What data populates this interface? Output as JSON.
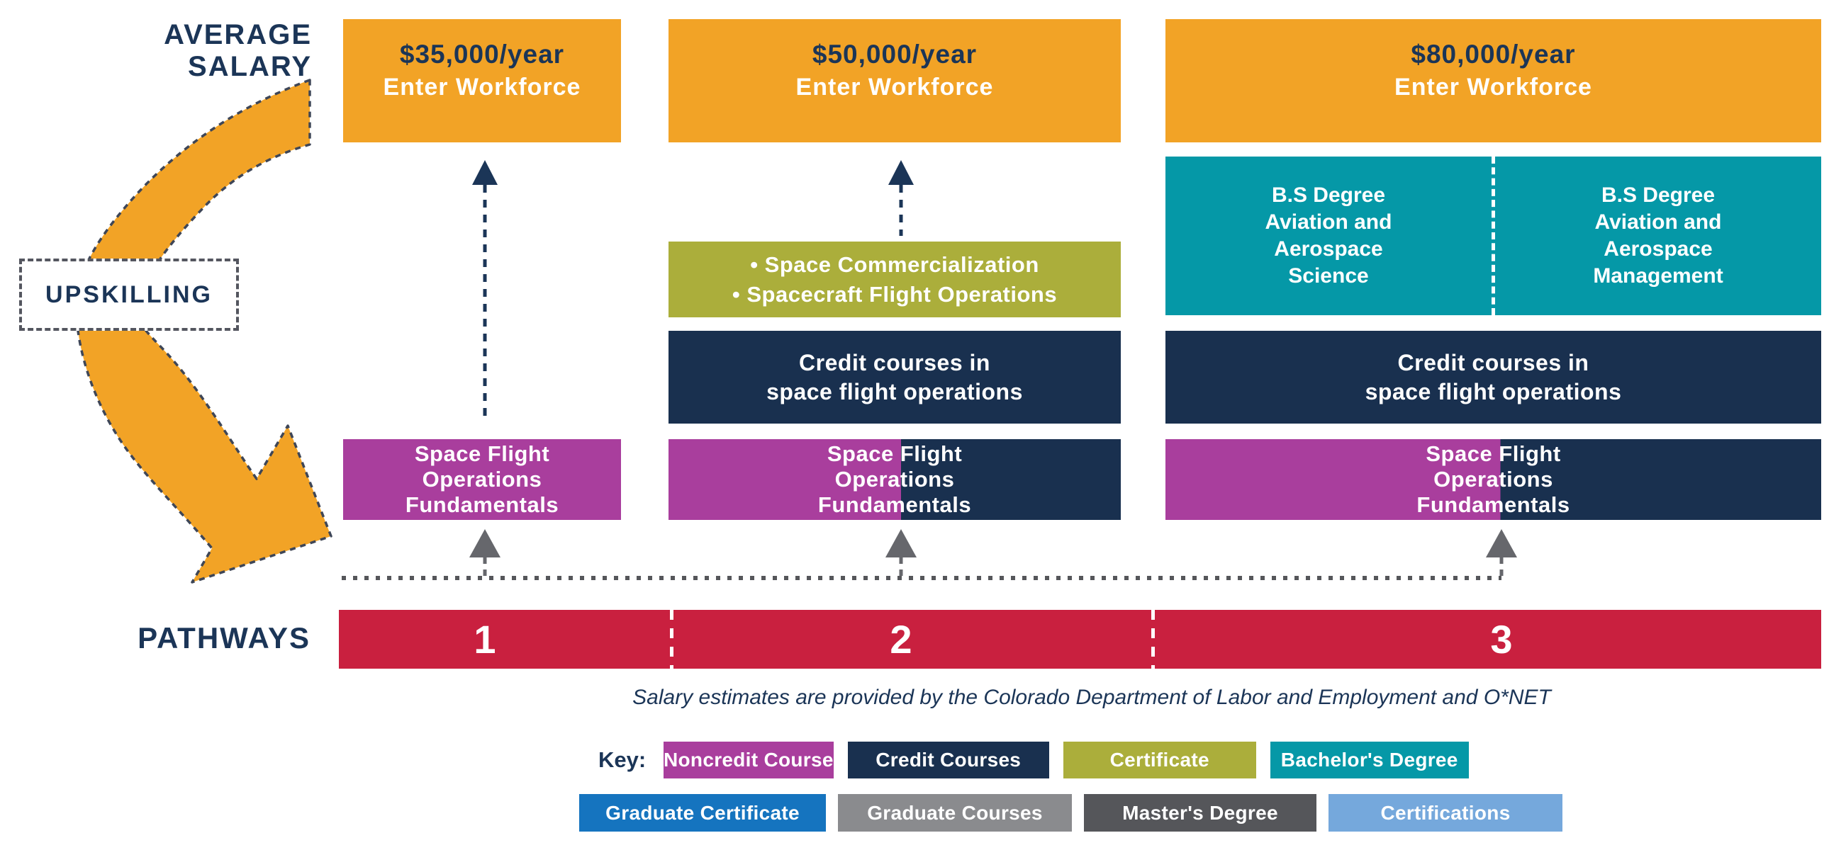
{
  "labels": {
    "average_salary_line1": "AVERAGE",
    "average_salary_line2": "SALARY",
    "upskilling": "UPSKILLING",
    "pathways": "PATHWAYS"
  },
  "footnote": "Salary estimates are provided by the Colorado Department of Labor and Employment and O*NET",
  "colors": {
    "orange": "#F2A326",
    "navy": "#19304F",
    "navy_text": "#1B3557",
    "magenta": "#A93E9D",
    "olive": "#ABAE3B",
    "teal": "#0598A7",
    "red": "#C9203F",
    "blue": "#1574BF",
    "gray": "#8A8B8E",
    "darkgray": "#55565A",
    "lightblue": "#75A8DC",
    "gray_arrow": "#66676C",
    "dash": "#3E4657"
  },
  "pathways": {
    "segments": [
      "1",
      "2",
      "3"
    ]
  },
  "columns": [
    {
      "salary": "$35,000/year",
      "workforce": "Enter Workforce",
      "noncredit": [
        "Space Flight",
        "Operations",
        "Fundamentals"
      ]
    },
    {
      "salary": "$50,000/year",
      "workforce": "Enter Workforce",
      "certificate": [
        "• Space Commercialization",
        "• Spacecraft Flight Operations"
      ],
      "credit": [
        "Credit courses in",
        "space flight operations"
      ],
      "noncredit": [
        "Space Flight",
        "Operations",
        "Fundamentals"
      ]
    },
    {
      "salary": "$80,000/year",
      "workforce": "Enter Workforce",
      "bachelors": [
        [
          "B.S Degree",
          "Aviation and",
          "Aerospace",
          "Science"
        ],
        [
          "B.S Degree",
          "Aviation and",
          "Aerospace",
          "Management"
        ]
      ],
      "credit": [
        "Credit courses in",
        "space flight operations"
      ],
      "noncredit": [
        "Space Flight",
        "Operations",
        "Fundamentals"
      ]
    }
  ],
  "key": {
    "label": "Key:",
    "row1": [
      {
        "label": "Noncredit Course",
        "color": "#A93E9D"
      },
      {
        "label": "Credit Courses",
        "color": "#19304F"
      },
      {
        "label": "Certificate",
        "color": "#ABAE3B"
      },
      {
        "label": "Bachelor's Degree",
        "color": "#0598A7"
      }
    ],
    "row2": [
      {
        "label": "Graduate Certificate",
        "color": "#1574BF"
      },
      {
        "label": "Graduate Courses",
        "color": "#8A8B8E"
      },
      {
        "label": "Master's Degree",
        "color": "#55565A"
      },
      {
        "label": "Certifications",
        "color": "#75A8DC"
      }
    ]
  }
}
